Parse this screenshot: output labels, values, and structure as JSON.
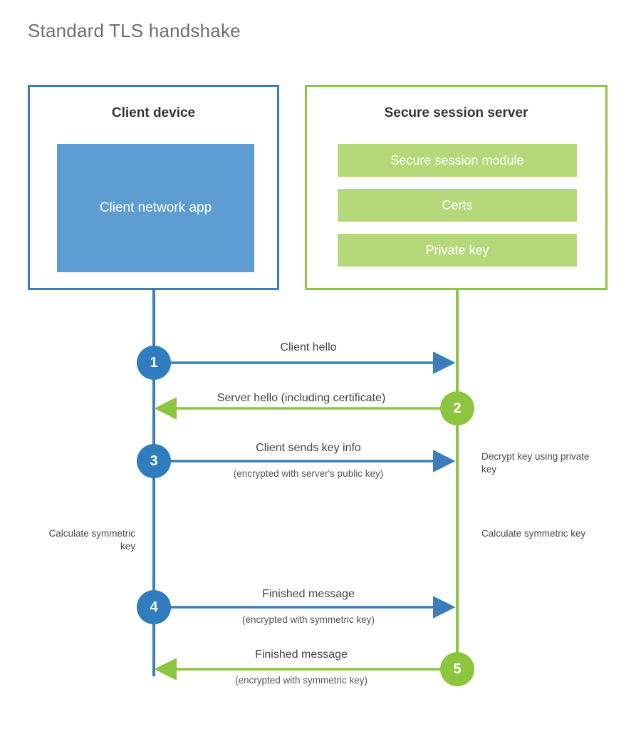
{
  "title": "Standard TLS handshake",
  "colors": {
    "client_blue": "#3a7dba",
    "client_app_fill": "#5d9dd2",
    "server_green": "#8cc63e",
    "server_bar_fill": "#b5d878",
    "step_blue": "#2f7cbe",
    "title_gray": "#6d6e71"
  },
  "client": {
    "title": "Client device",
    "app_label": "Client network app"
  },
  "server": {
    "title": "Secure session server",
    "bars": [
      {
        "label": "Secure session module"
      },
      {
        "label": "Certs"
      },
      {
        "label": "Private key"
      }
    ]
  },
  "steps": [
    {
      "number": "1",
      "label": "Client hello",
      "sub": "",
      "direction": "client-to-server",
      "color": "blue"
    },
    {
      "number": "2",
      "label": "Server hello (including certificate)",
      "sub": "",
      "direction": "server-to-client",
      "color": "green"
    },
    {
      "number": "3",
      "label": "Client sends key info",
      "sub": "(encrypted with server's public key)",
      "direction": "client-to-server",
      "color": "blue"
    },
    {
      "number": "4",
      "label": "Finished message",
      "sub": "(encrypted with symmetric key)",
      "direction": "client-to-server",
      "color": "blue"
    },
    {
      "number": "5",
      "label": "Finished message",
      "sub": "(encrypted with symmetric key)",
      "direction": "server-to-client",
      "color": "green"
    }
  ],
  "annotations": {
    "server_decrypt": "Decrypt key using private key",
    "client_calculate": "Calculate symmetric key",
    "server_calculate": "Calculate symmetric key"
  }
}
